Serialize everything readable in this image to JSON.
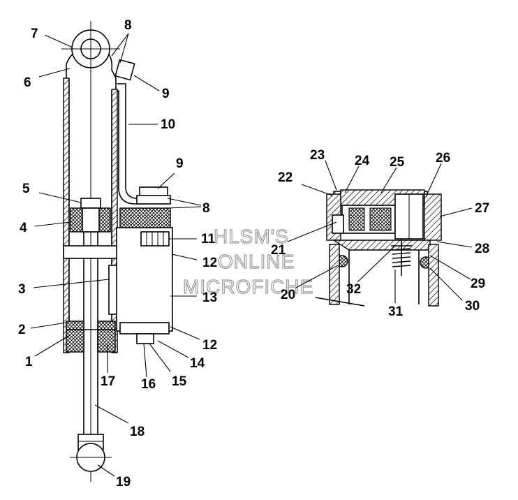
{
  "watermark": {
    "line1": "HLSM'S",
    "line2": "ONLINE",
    "line3": "MICROFICHE"
  },
  "labels": {
    "n1": "1",
    "n2": "2",
    "n3": "3",
    "n4": "4",
    "n5": "5",
    "n6": "6",
    "n7": "7",
    "n8a": "8",
    "n8b": "8",
    "n9a": "9",
    "n9b": "9",
    "n10": "10",
    "n11": "11",
    "n12a": "12",
    "n12b": "12",
    "n13": "13",
    "n14": "14",
    "n15": "15",
    "n16": "16",
    "n17": "17",
    "n18": "18",
    "n19": "19",
    "n20": "20",
    "n21": "21",
    "n22": "22",
    "n23": "23",
    "n24": "24",
    "n25": "25",
    "n26": "26",
    "n27": "27",
    "n28": "28",
    "n29": "29",
    "n30": "30",
    "n31": "31",
    "n32": "32"
  }
}
